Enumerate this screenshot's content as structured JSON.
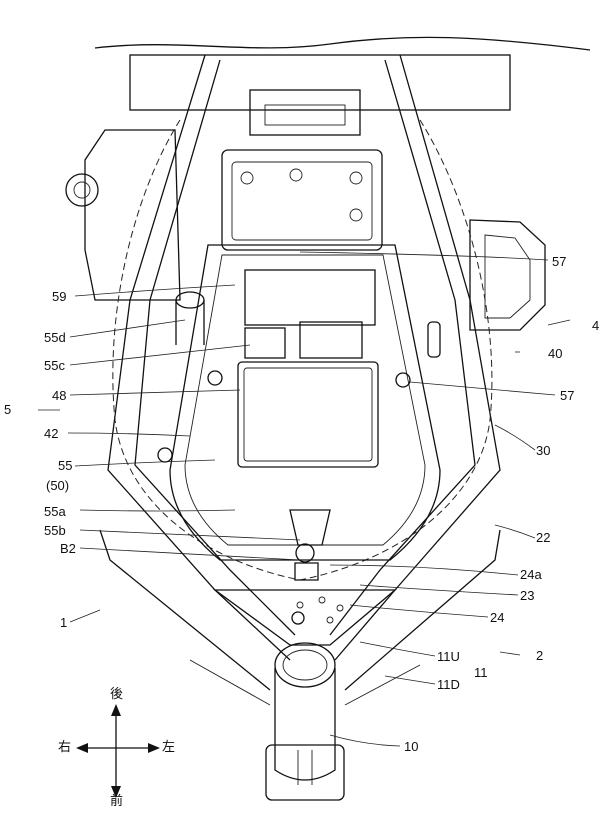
{
  "labels": {
    "l57a": "57",
    "l59": "59",
    "l4": "4",
    "l55d": "55d",
    "l55c": "55c",
    "l40": "40",
    "l48": "48",
    "l57b": "57",
    "l5": "5",
    "l42": "42",
    "l30": "30",
    "l55": "55",
    "l50": "(50)",
    "l55a": "55a",
    "l55b": "55b",
    "l22": "22",
    "lB2": "B2",
    "l24a": "24a",
    "l23": "23",
    "l1": "1",
    "l24": "24",
    "l2": "2",
    "l11U": "11U",
    "l11": "11",
    "l11D": "11D",
    "l10": "10"
  },
  "compass": {
    "rear": "後",
    "right": "右",
    "left": "左",
    "front": "前"
  }
}
